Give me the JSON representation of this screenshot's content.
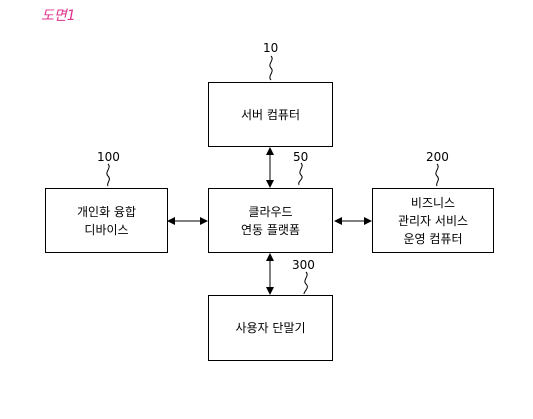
{
  "figure": {
    "label": "도면1",
    "label_color": "#e0338f"
  },
  "nodes": {
    "server": {
      "ref": "10",
      "lines": [
        "서버 컴퓨터"
      ]
    },
    "cloud": {
      "ref": "50",
      "lines": [
        "클라우드",
        "연동 플랫폼"
      ]
    },
    "device": {
      "ref": "100",
      "lines": [
        "개인화 융합",
        "디바이스"
      ]
    },
    "business": {
      "ref": "200",
      "lines": [
        "비즈니스",
        "관리자 서비스",
        "운영 컴퓨터"
      ]
    },
    "terminal": {
      "ref": "300",
      "lines": [
        "사용자 단말기"
      ]
    }
  },
  "edges": [
    {
      "from": "server",
      "to": "cloud",
      "style": "bidirectional-arrow"
    },
    {
      "from": "device",
      "to": "cloud",
      "style": "bidirectional-arrow"
    },
    {
      "from": "business",
      "to": "cloud",
      "style": "bidirectional-arrow"
    },
    {
      "from": "terminal",
      "to": "cloud",
      "style": "bidirectional-arrow"
    }
  ]
}
